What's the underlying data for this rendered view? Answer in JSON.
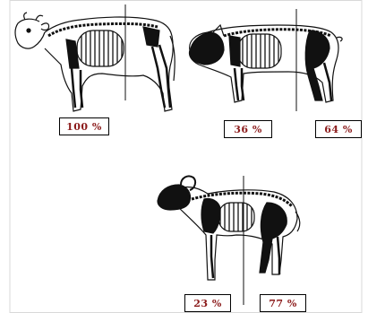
{
  "percentages": {
    "cow": "100 %",
    "pig_front": "36 %",
    "pig_rear": "64 %",
    "sheep_front": "23 %",
    "sheep_rear": "77 %"
  },
  "colors": {
    "stroke": "#111111",
    "fill": "#111111",
    "label_text": "#8b1a1a",
    "frame": "#d9d9d9"
  }
}
